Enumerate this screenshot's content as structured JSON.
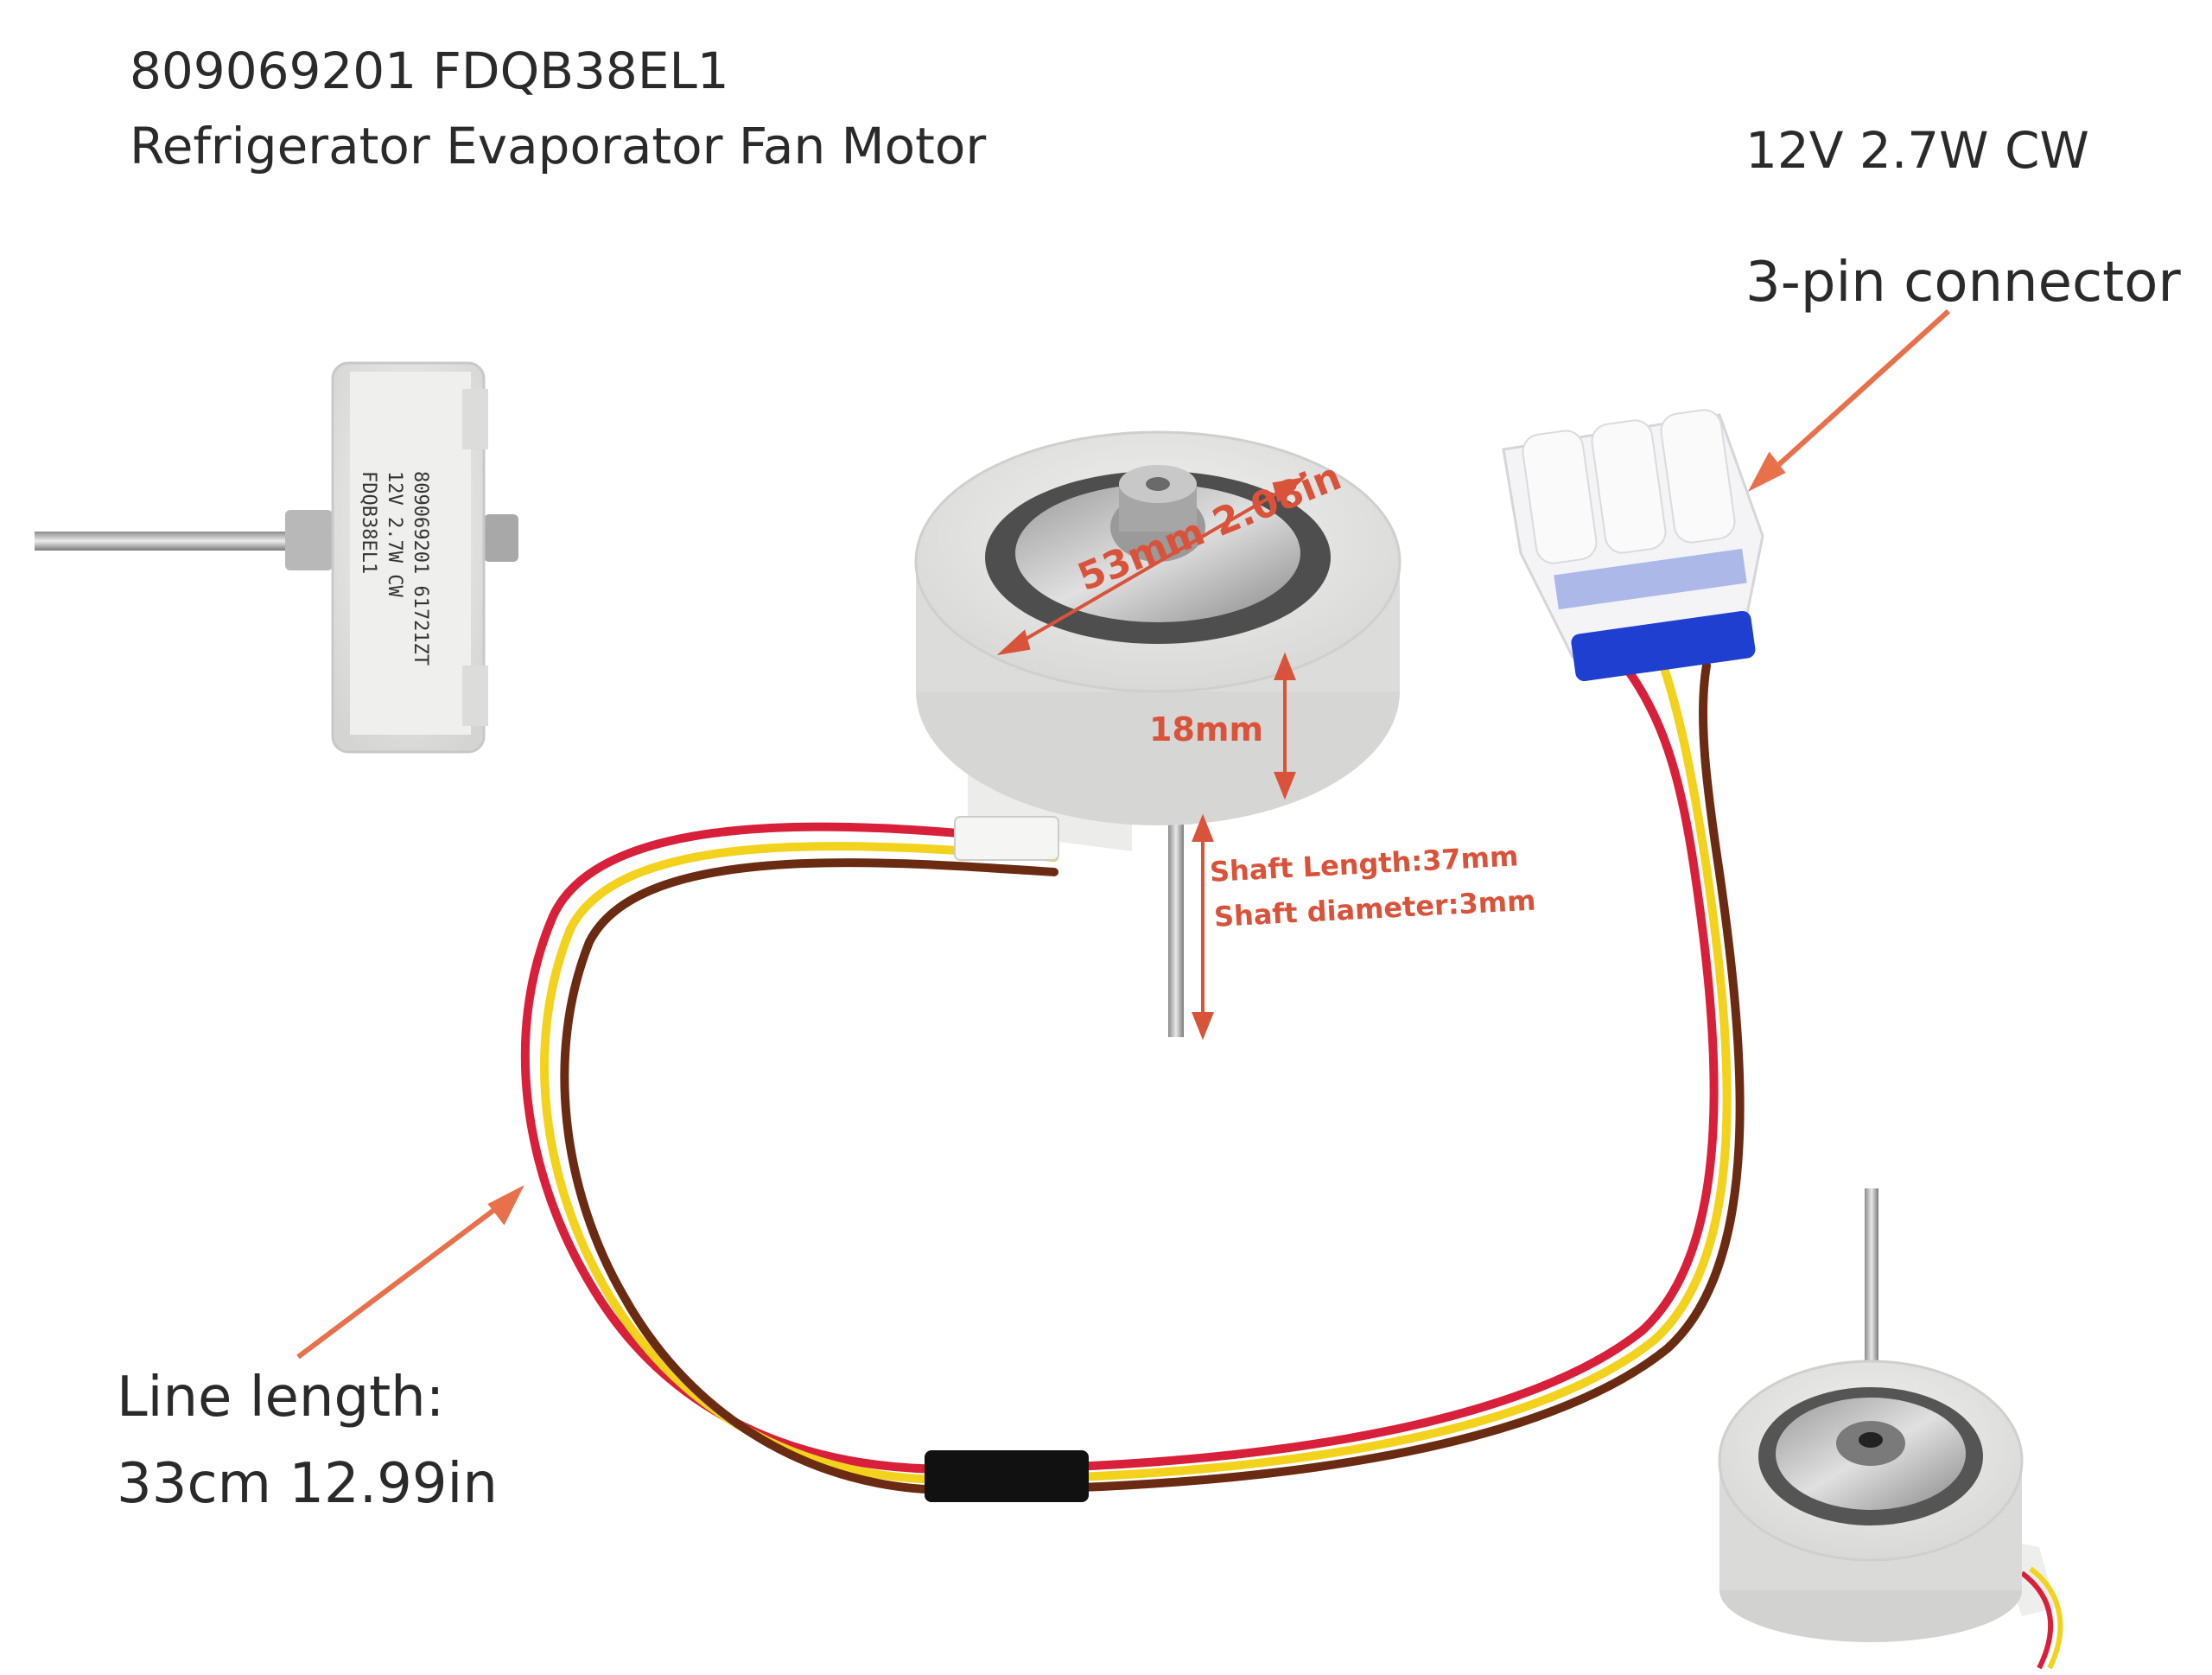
{
  "product": {
    "title_line1": "809069201 FDQB38EL1",
    "title_line2": "Refrigerator Evaporator Fan Motor"
  },
  "specs": {
    "rating": "12V 2.7W CW",
    "connector": "3-pin connector"
  },
  "line_length": {
    "label": "Line length:",
    "value": "33cm 12.99in"
  },
  "dimensions": {
    "diameter": "53mm 2.08in",
    "height": "18mm",
    "shaft_length": "Shaft Length:37mm",
    "shaft_diameter": "Shaft diameter:3mm"
  },
  "motor_label": {
    "line1": "FDQB38EL1",
    "line2": "12V    2.7W    CW",
    "line3": "809069201    61721ZT"
  },
  "colors": {
    "annotation": "#d9533a",
    "arrow": "#e8704a",
    "wire_red": "#d8203a",
    "wire_yellow": "#f2d21c",
    "wire_brown": "#6b2a12",
    "connector_blue": "#1f3fd0"
  }
}
